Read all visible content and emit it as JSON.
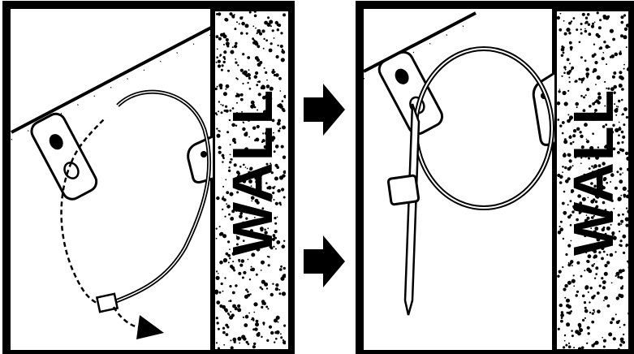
{
  "panels": [
    {
      "id": "before",
      "wall_label": "WALL"
    },
    {
      "id": "after",
      "wall_label": "WALL"
    }
  ],
  "arrows": {
    "count": 2,
    "direction": "right"
  },
  "colors": {
    "ink": "#000000",
    "background": "#ffffff"
  }
}
